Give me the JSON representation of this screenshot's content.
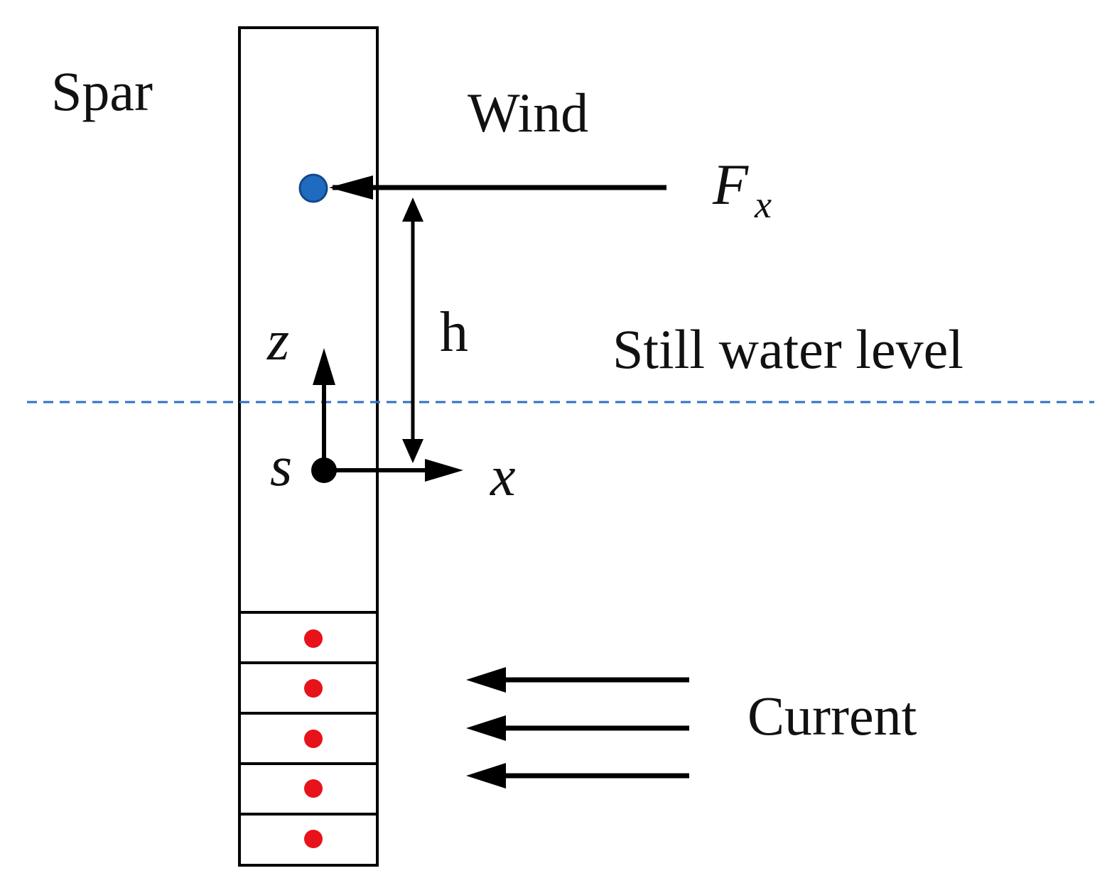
{
  "labels": {
    "spar": "Spar",
    "wind": "Wind",
    "force_main": "F",
    "force_sub": "x",
    "height": "h",
    "still_water_level": "Still water level",
    "axis_z": "z",
    "axis_x": "x",
    "origin": "s",
    "current": "Current"
  },
  "colors": {
    "stroke": "#000000",
    "water_line": "#2f6fc9",
    "wind_point": "#1f6bbf",
    "current_points": "#e8121a"
  },
  "icons": {
    "wind_load_point": "filled-circle",
    "current_load_points": "filled-circle",
    "origin_point": "filled-circle"
  }
}
